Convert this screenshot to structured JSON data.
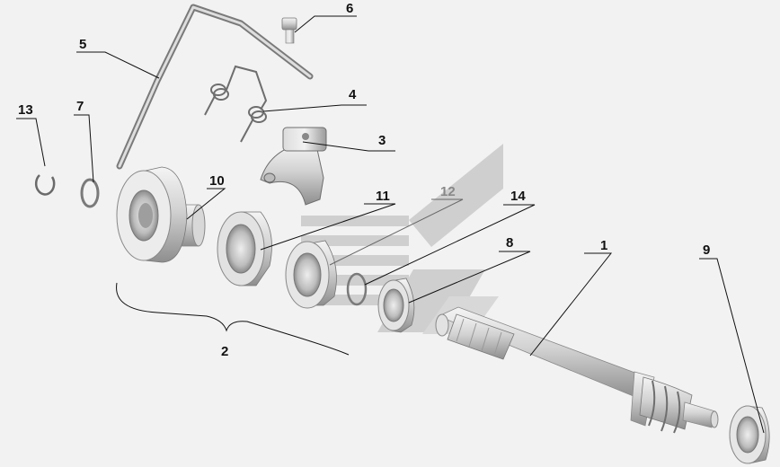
{
  "diagram": {
    "callouts": [
      {
        "id": "c1",
        "label": "1"
      },
      {
        "id": "c2",
        "label": "2"
      },
      {
        "id": "c3",
        "label": "3"
      },
      {
        "id": "c4",
        "label": "4"
      },
      {
        "id": "c5",
        "label": "5"
      },
      {
        "id": "c6",
        "label": "6"
      },
      {
        "id": "c7",
        "label": "7"
      },
      {
        "id": "c8",
        "label": "8"
      },
      {
        "id": "c9",
        "label": "9"
      },
      {
        "id": "c10",
        "label": "10"
      },
      {
        "id": "c11",
        "label": "11"
      },
      {
        "id": "c12",
        "label": "12"
      },
      {
        "id": "c13",
        "label": "13"
      },
      {
        "id": "c14",
        "label": "14"
      }
    ],
    "colors": {
      "background": "#f2f2f2",
      "part_light": "#e6e6e6",
      "part_mid": "#bdbdbd",
      "part_dark": "#7a7a7a",
      "watermark": "#c9c9c9"
    }
  }
}
